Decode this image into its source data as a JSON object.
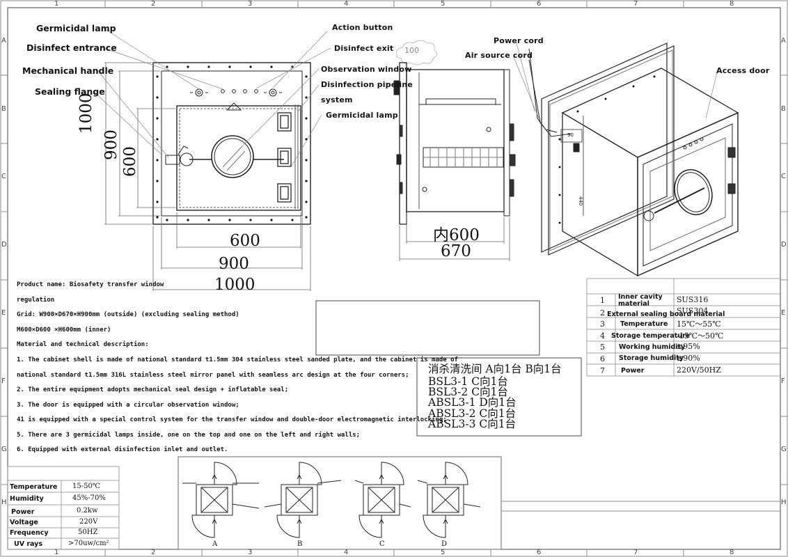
{
  "border": {
    "columns": [
      "1",
      "2",
      "3",
      "4",
      "5",
      "6",
      "7",
      "8"
    ],
    "rows": [
      "A",
      "B",
      "C",
      "D",
      "E",
      "F",
      "G",
      "H"
    ]
  },
  "front_view": {
    "callouts": {
      "germicidal_lamp": "Germicidal lamp",
      "disinfect_entrance": "Disinfect entrance",
      "mechanical_handle": "Mechanical handle",
      "sealing_flange": "Sealing flange",
      "action_button": "Action button",
      "disinfect_exit": "Disinfect exit",
      "observation_window": "Observation window",
      "disinfection_pipeline_1": "Disinfection pipeline",
      "disinfection_pipeline_2": "system",
      "germicidal_lamp_right": "Germicidal lamp"
    },
    "dims": {
      "h1000": "1000",
      "h900": "900",
      "h600": "600",
      "w600": "600",
      "w900": "900",
      "w1000": "1000"
    }
  },
  "side_view": {
    "cloud_label": "100",
    "dim_inner": "内600",
    "dim_outer": "670"
  },
  "iso_view": {
    "power_cord": "Power cord",
    "air_source_cord": "Air source cord",
    "access_door": "Access door",
    "dim_small": "440",
    "dim_tiny": "90"
  },
  "description": {
    "lines": [
      "Product name: Biosafety transfer window",
      "regulation",
      "Grid: W900×D670×H900mm (outside) (excluding sealing method)",
      "M600×D600 ×H600mm (inner)",
      "Material and technical description:",
      "1. The cabinet shell is made of national standard t1.5mm 304 stainless steel sanded plate, and the cabinet is made of",
      "national standard t1.5mm 316L stainless steel mirror panel with seamless arc design at the four corners;",
      "2. The entire equipment adopts mechanical seal design + inflatable seal;",
      "3. The door is equipped with a circular observation window;",
      "41 is equipped with a special control system for the transfer window and double-door electromagnetic interlocking;",
      "5. There are 3 germicidal lamps inside, one on the top and one on the left and right walls;",
      "6. Equipped with external disinfection inlet and outlet."
    ]
  },
  "specs": [
    {
      "no": "1",
      "label": "Inner cavity\nmaterial",
      "value": "SUS316"
    },
    {
      "no": "2",
      "label": "External sealing board material",
      "value": "SUS304"
    },
    {
      "no": "3",
      "label": "Temperature",
      "value": "15℃～55℃"
    },
    {
      "no": "4",
      "label": "Storage temperature",
      "value": "-15℃～50℃"
    },
    {
      "no": "5",
      "label": "Working humidity",
      "value": "≤95%"
    },
    {
      "no": "6",
      "label": "Storage humidity",
      "value": "≤90%"
    },
    {
      "no": "7",
      "label": "Power",
      "value": "220V/50HZ"
    }
  ],
  "quantities": {
    "header": "消杀清洗间 A向1台  B向1台",
    "lines": [
      "BSL3-1  C向1台",
      "BSL3-2  C向1台",
      "ABSL3-1 D向1台",
      "ABSL3-2 C向1台",
      "ABSL3-3 C向1台"
    ]
  },
  "environment": [
    {
      "label": "Temperature",
      "value": "15-50℃"
    },
    {
      "label": "Humidity",
      "value": "45%-70%"
    },
    {
      "label": "Power",
      "value": "0.2kw"
    },
    {
      "label": "Voltage",
      "value": "220V"
    },
    {
      "label": "Frequency",
      "value": "50HZ"
    },
    {
      "label": "UV rays",
      "value": ">70uw/cm²"
    }
  ],
  "orientations": [
    "A",
    "B",
    "C",
    "D"
  ]
}
